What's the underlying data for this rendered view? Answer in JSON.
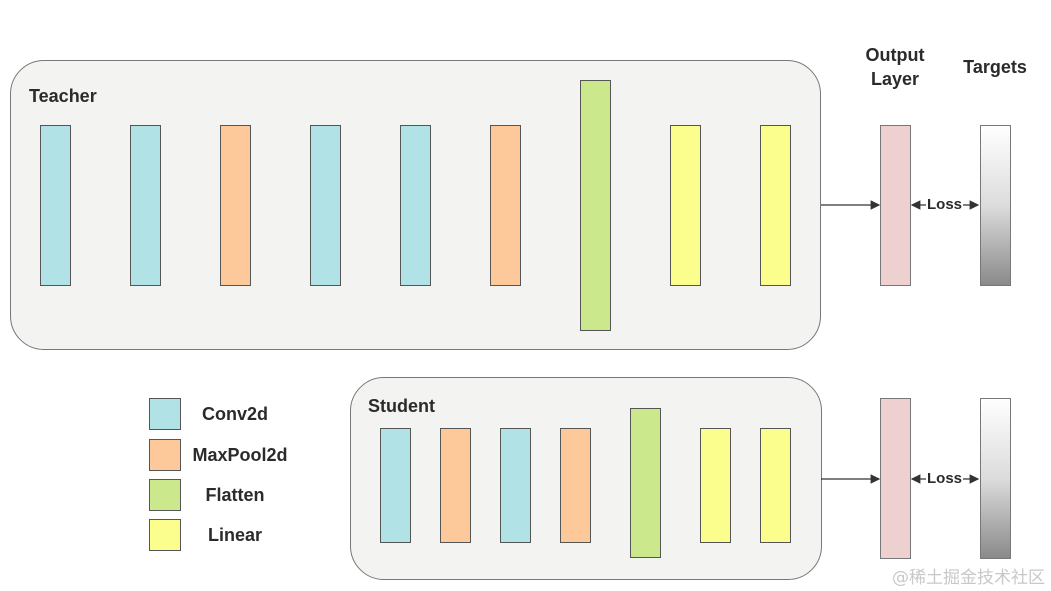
{
  "teacher": {
    "title": "Teacher",
    "layers": [
      "conv2d",
      "conv2d",
      "maxpool2d",
      "conv2d",
      "conv2d",
      "maxpool2d",
      "flatten",
      "linear",
      "linear"
    ]
  },
  "student": {
    "title": "Student",
    "layers": [
      "conv2d",
      "maxpool2d",
      "conv2d",
      "maxpool2d",
      "flatten",
      "linear",
      "linear"
    ]
  },
  "legend": [
    {
      "key": "conv2d",
      "label": "Conv2d"
    },
    {
      "key": "maxpool2d",
      "label": "MaxPool2d"
    },
    {
      "key": "flatten",
      "label": "Flatten"
    },
    {
      "key": "linear",
      "label": "Linear"
    }
  ],
  "headers": {
    "output_layer": "Output\nLayer",
    "targets": "Targets"
  },
  "loss_label": "Loss",
  "colors": {
    "conv2d": "#b1e2e5",
    "maxpool2d": "#fdc89a",
    "flatten": "#cbe98c",
    "linear": "#fbfe8c",
    "output_layer": "#efd0d0"
  },
  "watermark": "@稀土掘金技术社区"
}
